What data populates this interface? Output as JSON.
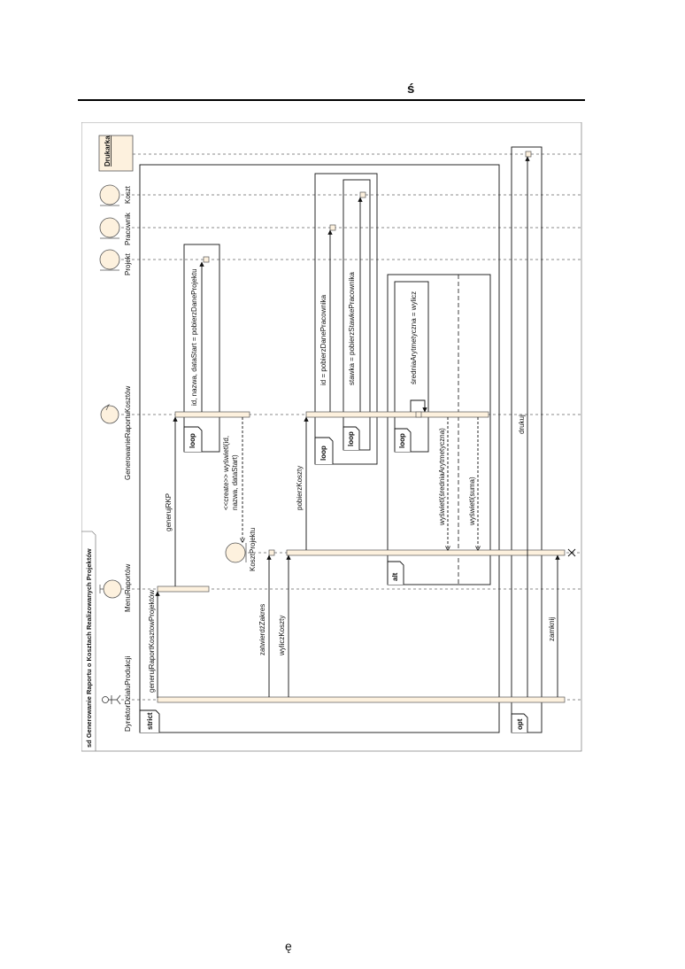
{
  "page": {
    "header_char": "ś",
    "footer_char": "ę"
  },
  "diagram": {
    "title": "sd Generowanie Raportu o Kosztach Realizowanych Projektów",
    "participants": {
      "actor": "DyrektorDzialuProdukcji",
      "menu": "MenuRaportów",
      "generator": "GenerowanieRaportuKosztów",
      "projekt": "Projekt",
      "pracownik": "Pracownik",
      "koszt": "Koszt",
      "drukarka": "Drukarka",
      "koszt_projektu": "KosztProjektu"
    },
    "fragments": {
      "strict": "strict",
      "loop": "loop",
      "alt": "alt",
      "opt": "opt"
    },
    "messages": {
      "generuj_raport": "generujRaportKosztowProjektów",
      "generuj_rkp": "generujRKP",
      "pobierz_dane_projektu": "id, nazwa, dataStart = pobierzDaneProjektu",
      "wyswietl_line1": "<<create>> wyświetl(id,",
      "wyswietl_line2": "nazwa, dataStart)",
      "zatwierdz_zakres": "zatwierdźZakres",
      "wylicz_koszty": "wyliczKoszty",
      "pobierz_koszty": "pobierzKoszty",
      "pobierz_dane_pracownika": "id = pobierzDanePracownika",
      "pobierz_stawke": "stawka = pobierzStawkePracownika",
      "srednia": "średniaArytmetyczna = wylicz",
      "wyswietl_srednia": "wyświetl(średniaArytmetyczna)",
      "wyswietl_suma": "wyświetl(suma)",
      "zamknij": "zamknij",
      "drukuj": "drukuj"
    }
  }
}
